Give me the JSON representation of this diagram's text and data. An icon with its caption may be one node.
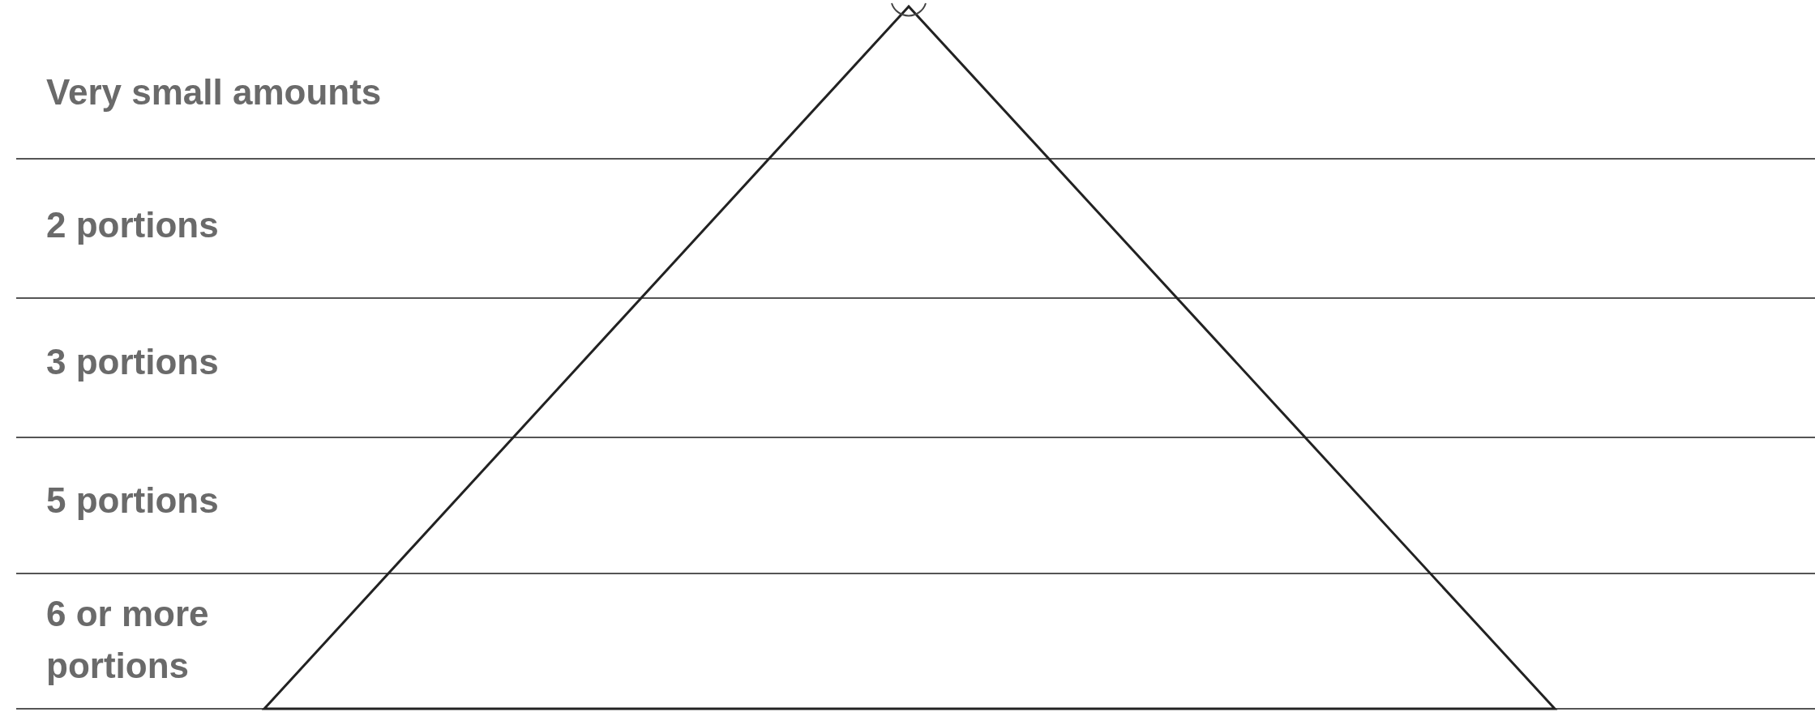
{
  "diagram": {
    "labels": [
      "Very small amounts",
      "2 portions",
      "3 portions",
      "5 portions",
      "6 or more portions"
    ]
  }
}
